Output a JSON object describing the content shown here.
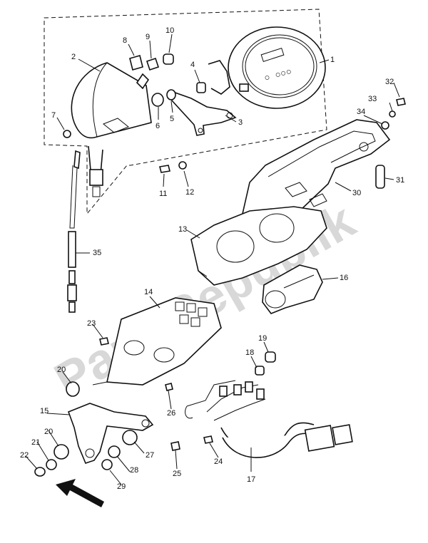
{
  "watermark": "PartsRepublik",
  "callouts": [
    "1",
    "2",
    "3",
    "4",
    "5",
    "6",
    "7",
    "8",
    "9",
    "10",
    "11",
    "12",
    "13",
    "14",
    "15",
    "16",
    "17",
    "18",
    "19",
    "20",
    "20",
    "21",
    "22",
    "23",
    "24",
    "25",
    "26",
    "27",
    "28",
    "29",
    "30",
    "31",
    "32",
    "33",
    "34",
    "35"
  ]
}
